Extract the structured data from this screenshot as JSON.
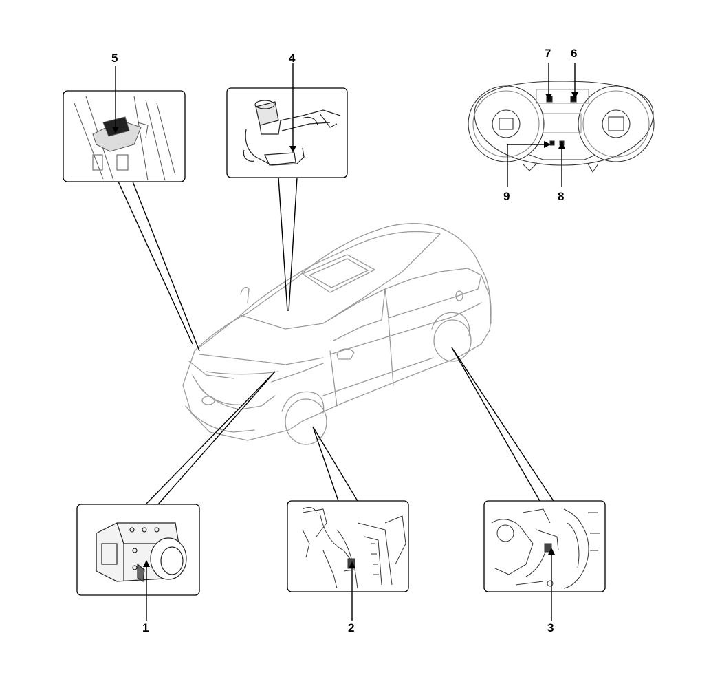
{
  "callouts": {
    "c1": "1",
    "c2": "2",
    "c3": "3",
    "c4": "4",
    "c5": "5",
    "c6": "6",
    "c7": "7",
    "c8": "8",
    "c9": "9"
  },
  "colors": {
    "line": "#000000",
    "light_line": "#9a9a9a",
    "background": "#ffffff"
  }
}
